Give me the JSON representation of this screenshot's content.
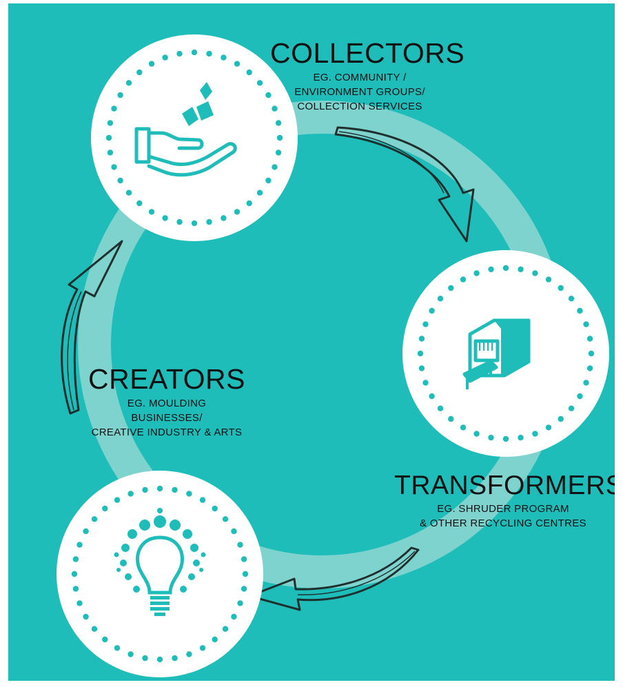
{
  "colors": {
    "background": "#1ebdb9",
    "ring": "#7fd3cf",
    "circle": "#ffffff",
    "icon": "#1ebdb9",
    "arrow": "#1f2f2d",
    "text": "#111111"
  },
  "nodes": {
    "collectors": {
      "title": "COLLECTORS",
      "lines": [
        "EG. COMMUNITY /",
        "ENVIRONMENT GROUPS/",
        "COLLECTION SERVICES"
      ],
      "icon": "hand-with-pieces-icon"
    },
    "transformers": {
      "title": "TRANSFORMERS",
      "lines": [
        "EG. SHRUDER PROGRAM",
        "& OTHER RECYCLING CENTRES"
      ],
      "icon": "shredder-machine-icon"
    },
    "creators": {
      "title": "CREATORS",
      "lines": [
        "EG. MOULDING",
        "BUSINESSES/",
        "CREATIVE INDUSTRY & ARTS"
      ],
      "icon": "lightbulb-icon"
    }
  },
  "cycle_order": [
    "collectors",
    "transformers",
    "creators"
  ]
}
